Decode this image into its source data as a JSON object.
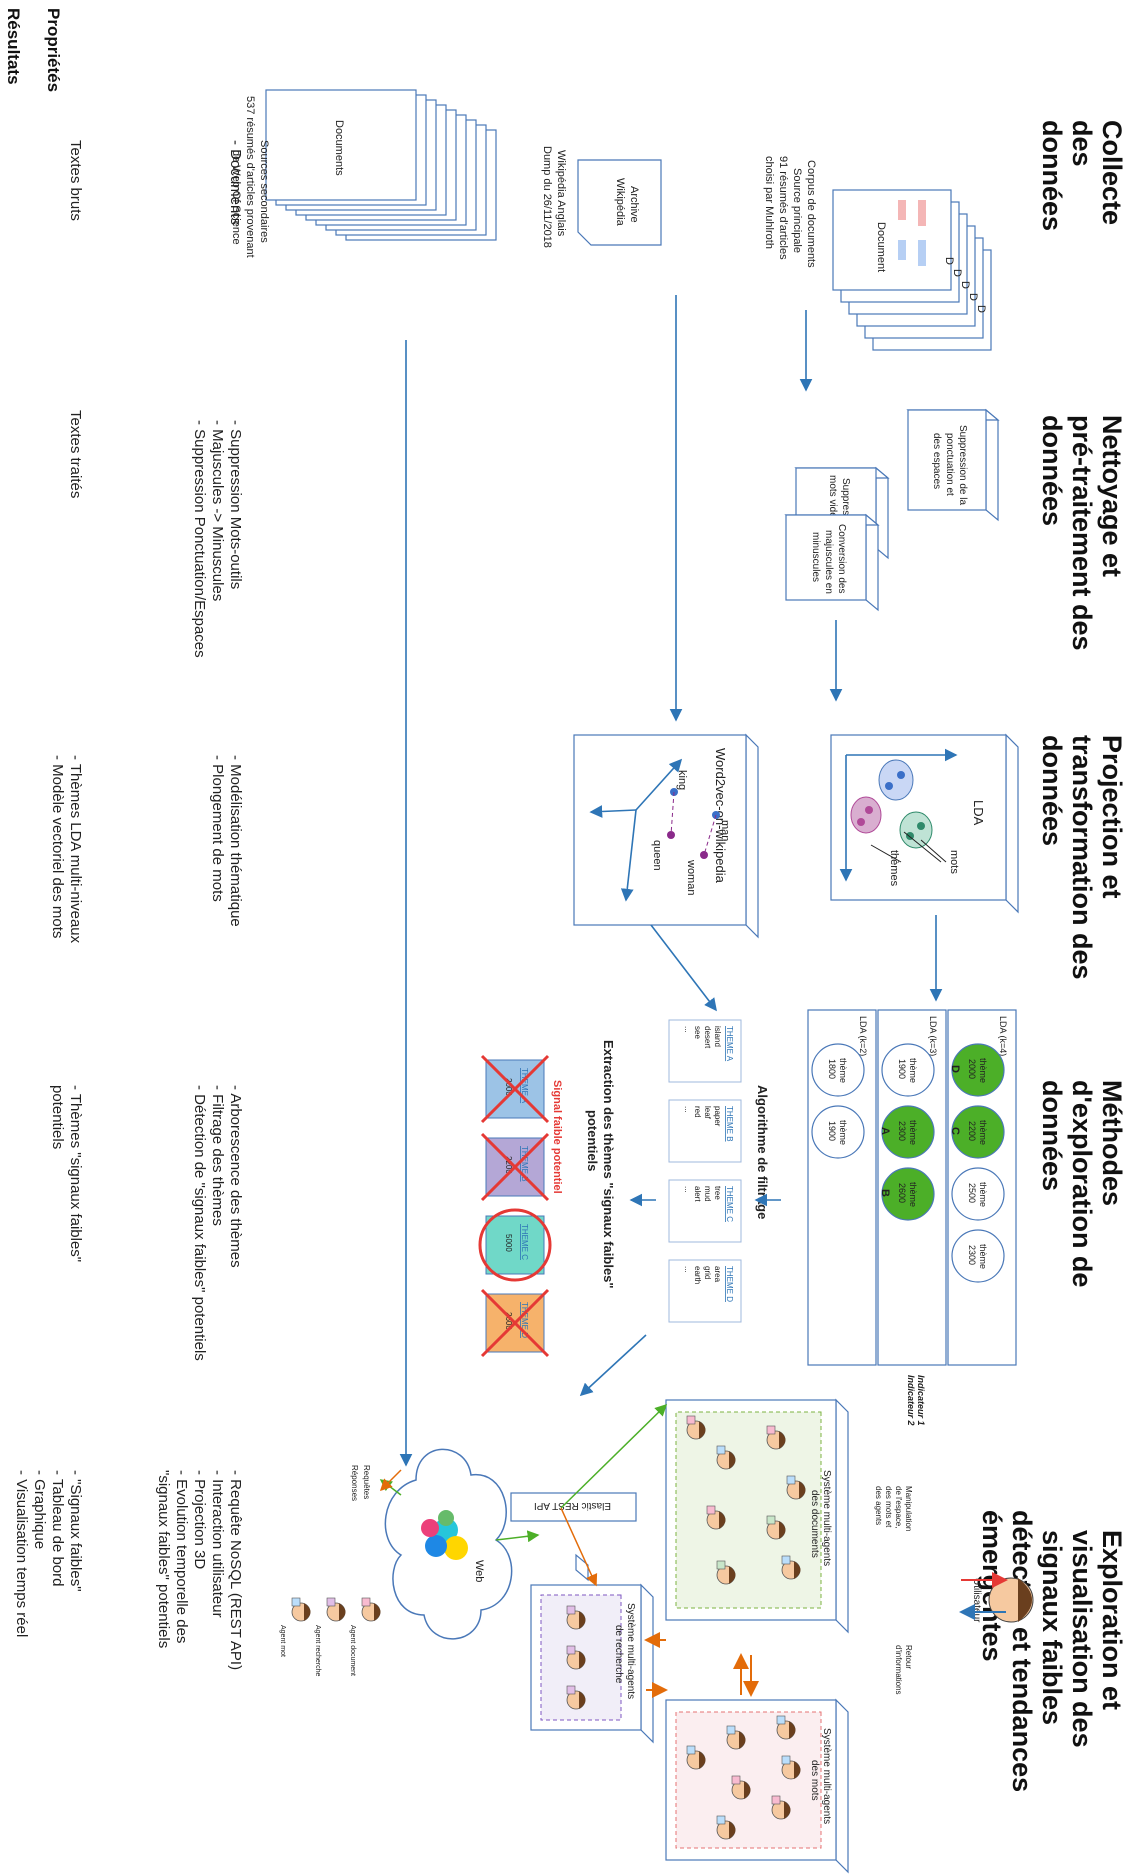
{
  "columns": [
    {
      "title": [
        "Collecte",
        "des",
        "données"
      ]
    },
    {
      "title": [
        "Nettoyage et",
        "pré-traitement des",
        "données"
      ]
    },
    {
      "title": [
        "Projection et",
        "transformation des",
        "données"
      ]
    },
    {
      "title": [
        "Méthodes",
        "d'exploration de",
        "données"
      ]
    },
    {
      "title": [
        "Exploration et",
        "visualisation des",
        "signaux faibles",
        "détectés et tendances",
        "émergentes"
      ]
    }
  ],
  "rows": {
    "proprietes": "Propriétés",
    "resultats": "Résultats"
  },
  "collecte": {
    "corpus_caption": [
      "Corpus de documents",
      "Source principale",
      "91 résumés d'articles",
      "choisi par Muhlroth"
    ],
    "document_label": "Document",
    "doc_letter": "D",
    "archive_label": [
      "Archive",
      "Wikipédia"
    ],
    "wiki_caption": [
      "Wikipédia Anglais",
      "Dump du 26/11/2018"
    ],
    "documents_label": "Documents",
    "secondary_caption": [
      "Sources secondaires",
      "537 résumés d'articles provenant",
      "de Web Of Science"
    ],
    "proprietes": [
      "- Documents"
    ],
    "resultats": [
      "Textes bruts"
    ]
  },
  "nettoyage": {
    "box1": [
      "Suppression de la",
      "ponctuation et",
      "des espaces"
    ],
    "box2": [
      "Suppression des",
      "mots vides/outils"
    ],
    "box3": [
      "Conversion des",
      "majuscules en",
      "minuscules"
    ],
    "proprietes": [
      "- Suppression Mots-outils",
      "- Majuscules -> Minuscules",
      "- Suppression Ponctuation/Espaces"
    ],
    "resultats": [
      "Textes traités"
    ]
  },
  "projection": {
    "lda_label": "LDA",
    "mots_label": "mots",
    "themes_label": "thèmes",
    "w2v_label": "Word2vec-on-wikipedia",
    "king": "king",
    "queen": "queen",
    "man": "man",
    "woman": "woman",
    "proprietes": [
      "- Modélisation thématique",
      "- Plongement de mots"
    ],
    "resultats": [
      "- Thèmes LDA multi-niveaux",
      "- Modèle vectoriel des mots"
    ]
  },
  "methodes": {
    "lda_rows": [
      {
        "label": "LDA (k=2)",
        "nodes": [
          {
            "text": [
              "thème",
              "1800"
            ],
            "fill": "#ffffff"
          },
          {
            "text": [
              "thème",
              "1900"
            ],
            "fill": "#ffffff"
          }
        ]
      },
      {
        "label": "LDA (k=3)",
        "nodes": [
          {
            "text": [
              "thème",
              "1900"
            ],
            "fill": "#ffffff"
          },
          {
            "text": [
              "thème",
              "2300"
            ],
            "fill": "#4caf28",
            "tag": "A"
          },
          {
            "text": [
              "thème",
              "2600"
            ],
            "fill": "#4caf28",
            "tag": "B"
          }
        ]
      },
      {
        "label": "LDA (k=4)",
        "nodes": [
          {
            "text": [
              "thème",
              "2000"
            ],
            "fill": "#4caf28",
            "tag": "D"
          },
          {
            "text": [
              "thème",
              "2200"
            ],
            "fill": "#4caf28",
            "tag": "C"
          },
          {
            "text": [
              "thème",
              "2500"
            ],
            "fill": "#ffffff"
          },
          {
            "text": [
              "thème",
              "2300"
            ],
            "fill": "#ffffff"
          }
        ]
      }
    ],
    "indicateur1": "Indicateur 1",
    "indicateur2": "Indicateur 2",
    "filtrage": "Algorithme de filtrage",
    "theme_cards": [
      {
        "title": "THEME A",
        "words": [
          "island",
          "desert",
          "see",
          "..."
        ]
      },
      {
        "title": "THEME B",
        "words": [
          "paper",
          "leaf",
          "red",
          "..."
        ]
      },
      {
        "title": "THEME C",
        "words": [
          "tree",
          "mud",
          "alert",
          "..."
        ]
      },
      {
        "title": "THEME D",
        "words": [
          "area",
          "grid",
          "earth",
          "..."
        ]
      }
    ],
    "extraction": [
      "Extraction des thèmes \"signaux faibles\"",
      "potentiels"
    ],
    "extracted": [
      {
        "title": "THEME A",
        "value": "2000",
        "fill": "#9cc3e6",
        "crossed": true
      },
      {
        "title": "THEME B",
        "value": "2200",
        "fill": "#b4a7d6",
        "crossed": true
      },
      {
        "title": "THEME C",
        "value": "5000",
        "fill": "#70d8c8",
        "crossed": false
      },
      {
        "title": "THEME D",
        "value": "2600",
        "fill": "#f6b26b",
        "crossed": true
      }
    ],
    "signal": "Signal faible potentiel",
    "proprietes": [
      "- Arborescence des thèmes",
      "- Filtrage des thèmes",
      "- Détection de \"signaux faibles\" potentiels"
    ],
    "resultats": [
      "- Thèmes \"signaux faibles\"",
      "potentiels"
    ]
  },
  "visualisation": {
    "sma_docs": [
      "Système multi-agents",
      "des documents"
    ],
    "sma_mots": [
      "Système multi-agents",
      "des mots"
    ],
    "sma_recherche": [
      "Système multi-agents",
      "de recherche"
    ],
    "manipulation": [
      "Manipulation",
      "de l'espace,",
      "des mots et",
      "des agents"
    ],
    "utilisateur": "Utilisateur",
    "retour": [
      "Retour",
      "d'informations"
    ],
    "elastic": "Elastic REST API",
    "web": "Web",
    "requetes": "Requêtes",
    "reponses": "Réponses",
    "agent_document": "Agent document",
    "agent_recherche": "Agent recherche",
    "agent_mot": "Agent mot",
    "proprietes": [
      "- Requête NoSQL (REST API)",
      "- Interaction utilisateur",
      "- Projection 3D",
      "- Evolution temporelle des",
      "\"signaux faibles\" potentiels"
    ],
    "resultats": [
      "- \"Signaux faibles\"",
      "- Tableau de bord",
      "- Graphique",
      "- Visualisation temps réel"
    ]
  },
  "colors": {
    "arrow_blue": "#2e75b6",
    "green": "#4caf28",
    "red": "#e53935",
    "orange": "#e36c0a"
  }
}
